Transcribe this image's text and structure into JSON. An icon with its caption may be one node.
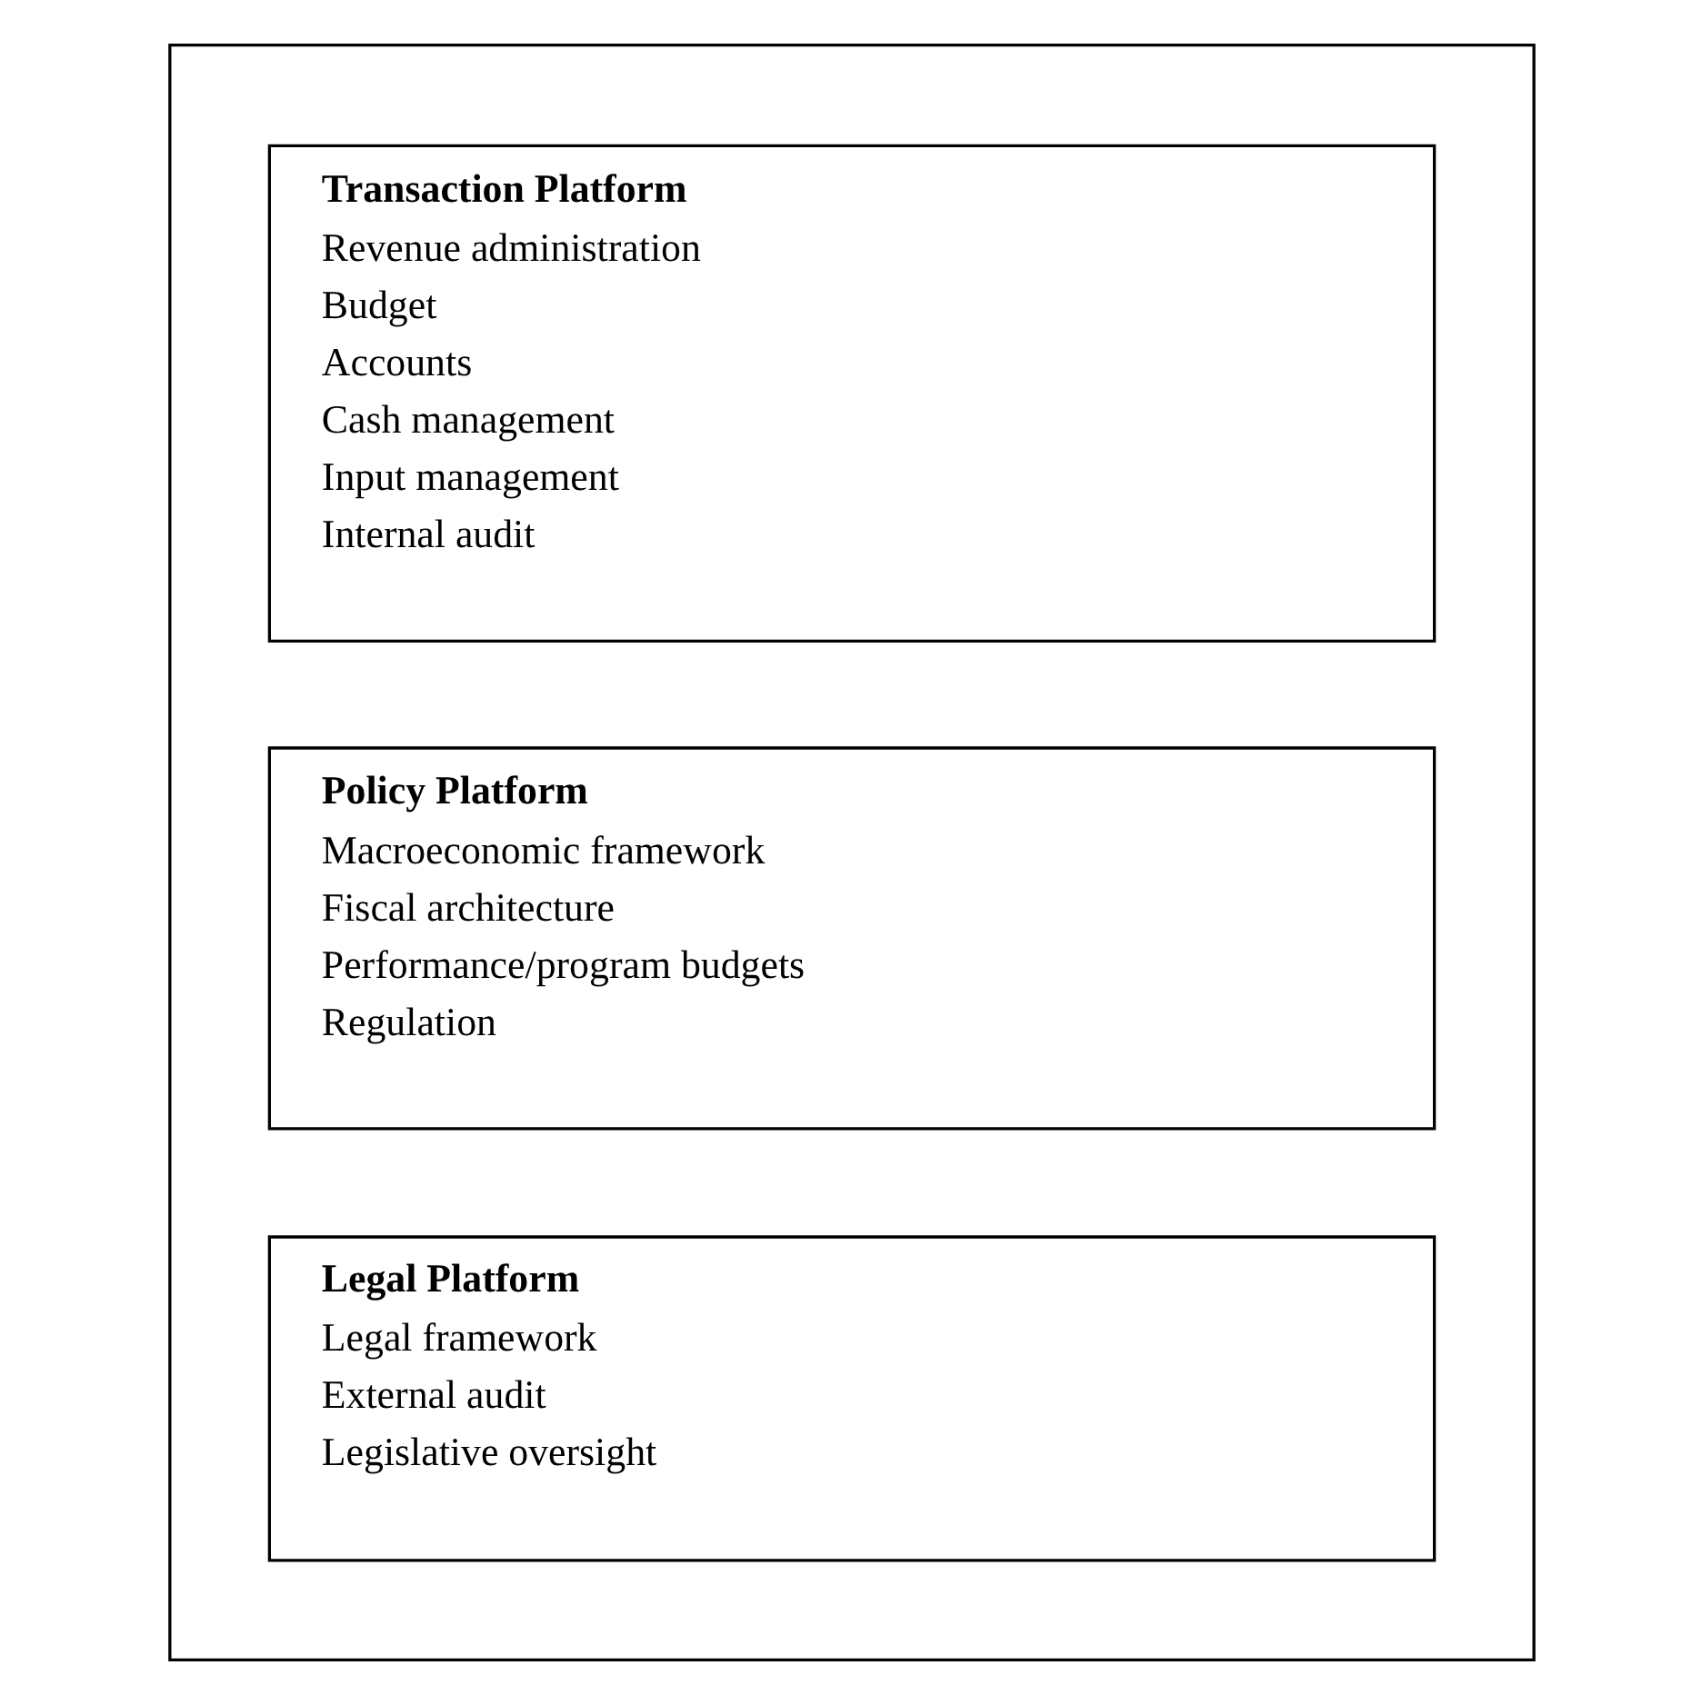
{
  "diagram": {
    "nodes": [
      {
        "text": [],
        "shape": "box"
      },
      {
        "text": [
          "Transaction Platform",
          "Revenue administration",
          "Budget",
          "Accounts",
          "Cash management",
          "Input management",
          "Internal audit"
        ],
        "in": 0
      },
      {
        "text": [
          "Policy Platform",
          "Macroeconomic framework",
          "Fiscal architecture",
          "Performance/program budgets",
          "Regulation"
        ],
        "in": 0
      },
      {
        "text": [
          "Legal Platform",
          "Legal framework",
          "External audit",
          "Legislative oversight"
        ],
        "in": 0
      }
    ],
    "edges": []
  }
}
